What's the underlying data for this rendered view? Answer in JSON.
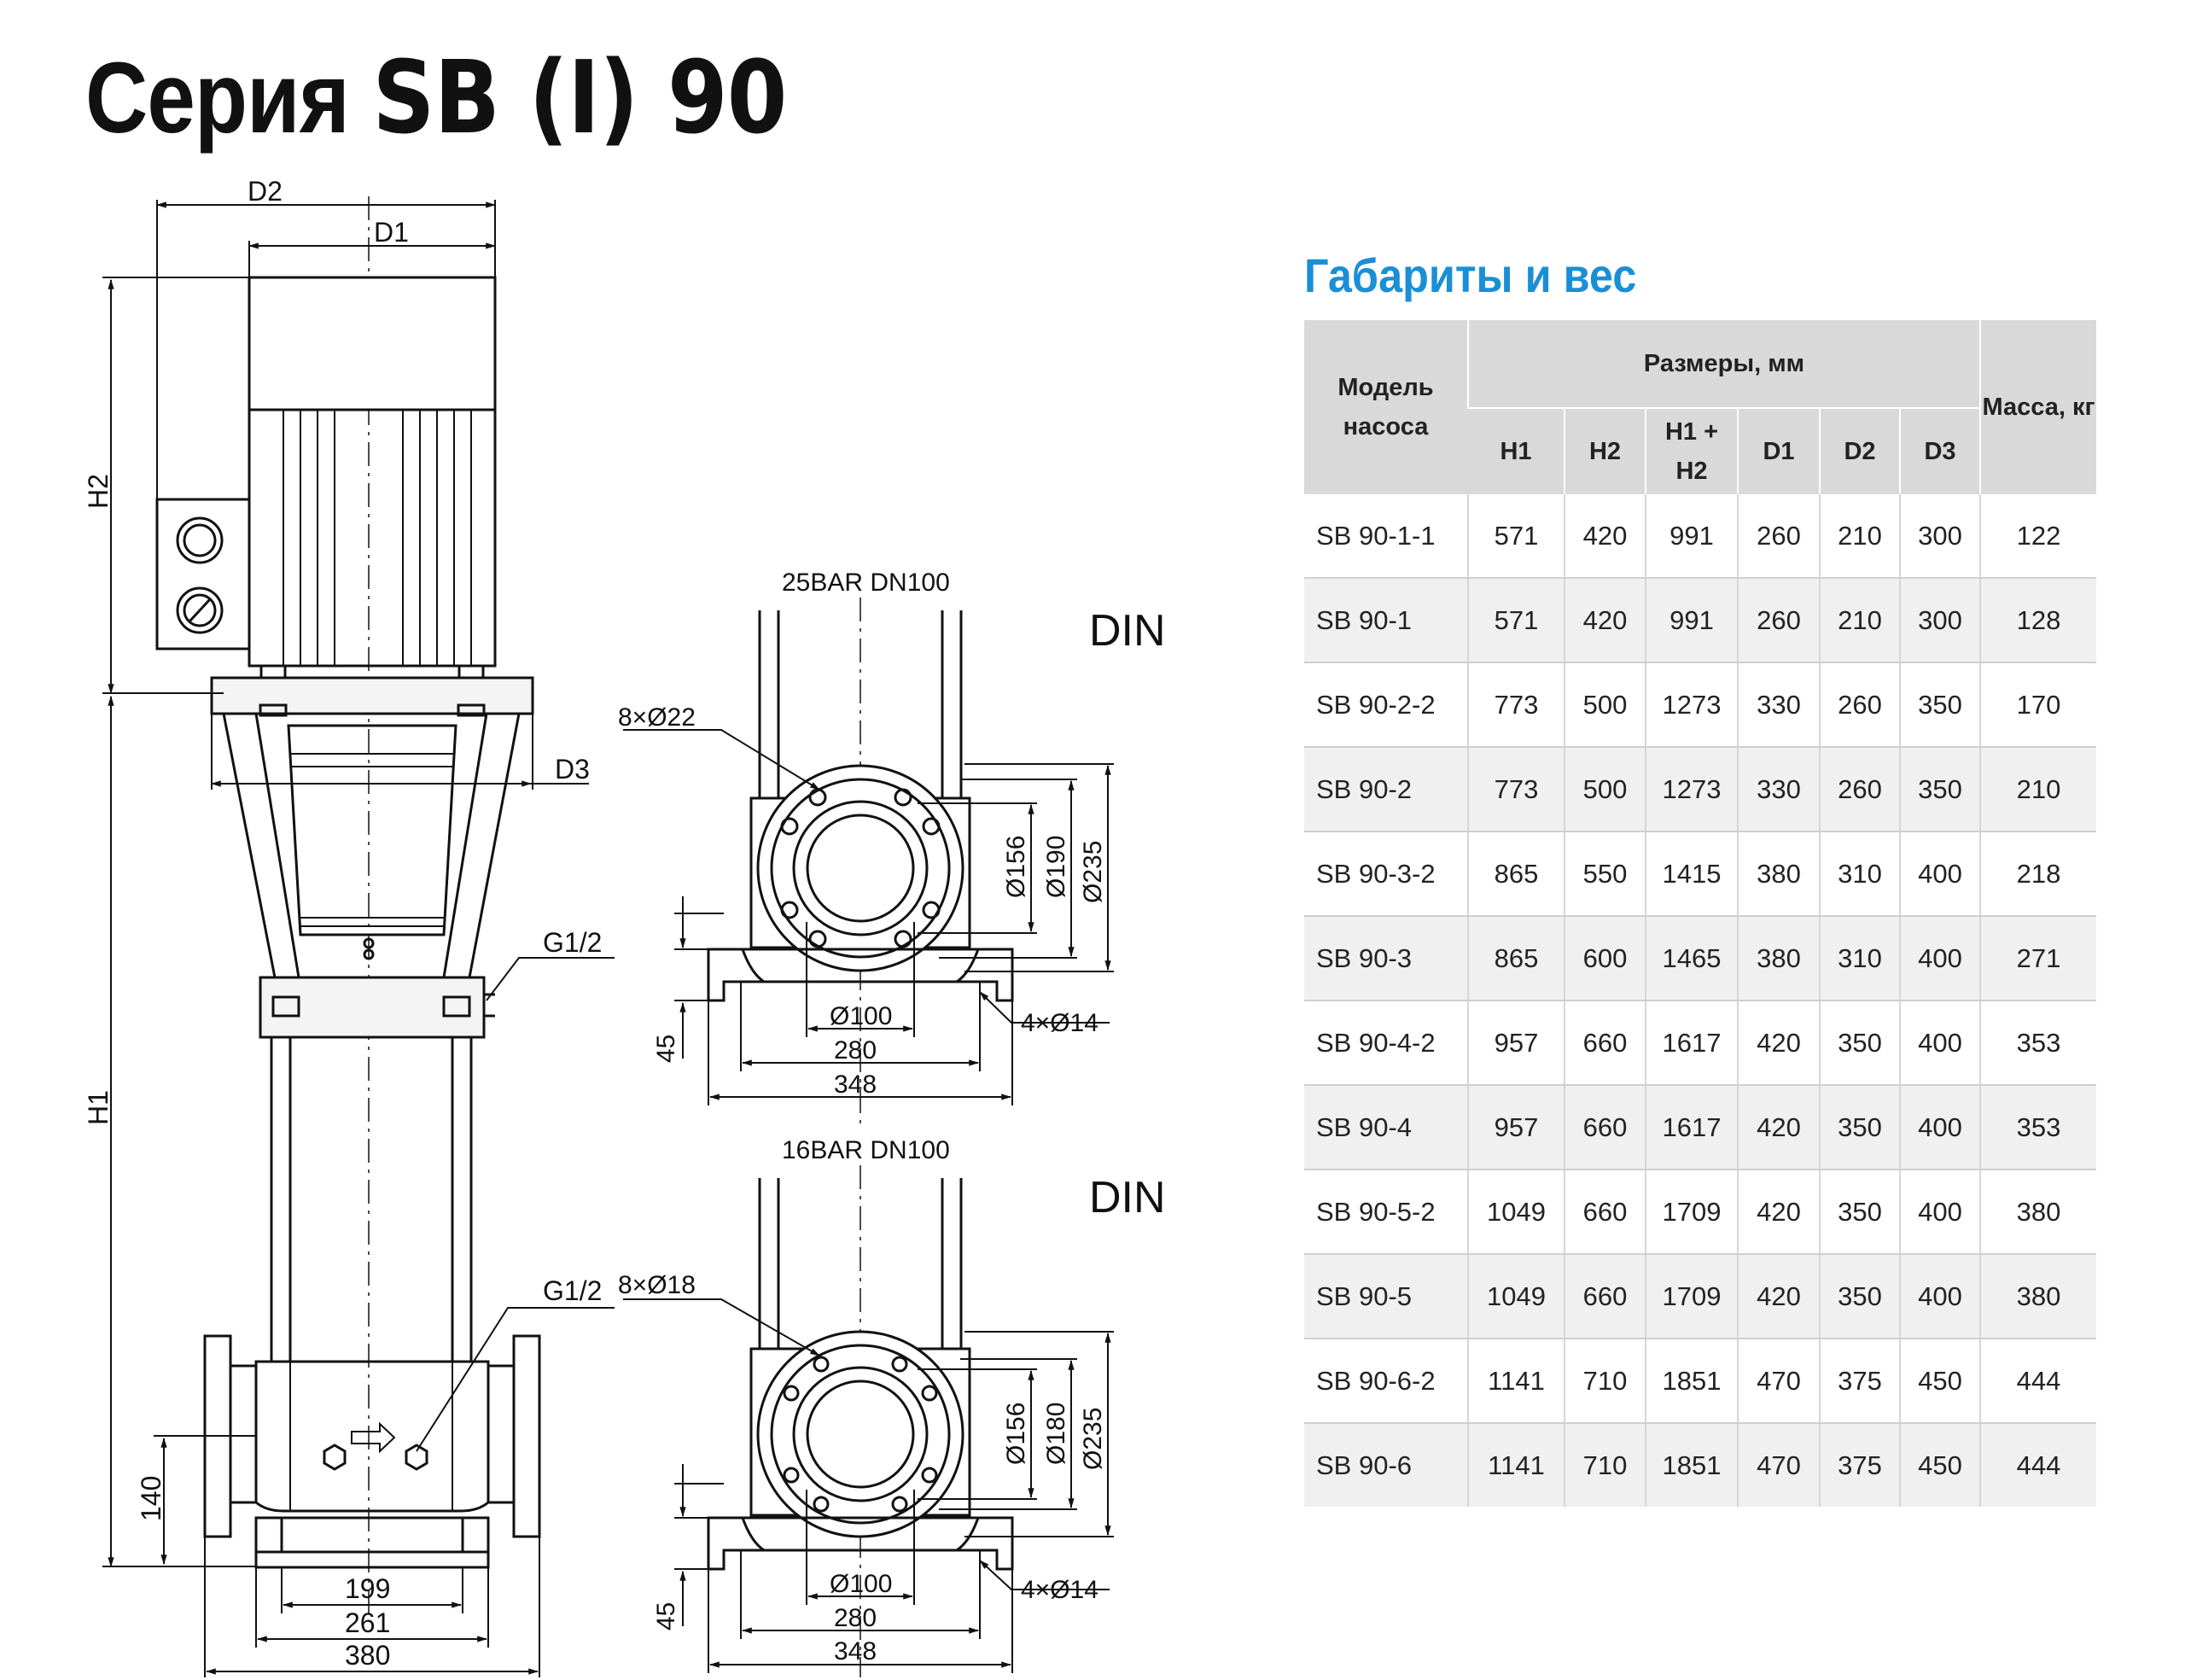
{
  "title": {
    "prefix": "Серия",
    "model": "SB (I) 90"
  },
  "drawing": {
    "labels": {
      "d2": "D2",
      "d1": "D1",
      "d3": "D3",
      "h1": "H1",
      "h2": "H2",
      "g12_top": "G1/2",
      "g12_bottom": "G1/2",
      "base_199": "199",
      "base_261": "261",
      "base_380": "380",
      "height_140": "140",
      "top_flange_title": "25BAR DN100",
      "top_din": "DIN",
      "top_bolts": "8×Ø22",
      "top_d156": "Ø156",
      "top_d190": "Ø190",
      "top_d235": "Ø235",
      "top_d100": "Ø100",
      "top_w280": "280",
      "top_w348": "348",
      "top_h45": "45",
      "top_holes": "4×Ø14",
      "bottom_flange_title": "16BAR DN100",
      "bottom_din": "DIN",
      "bottom_bolts": "8×Ø18",
      "bottom_d156": "Ø156",
      "bottom_d180": "Ø180",
      "bottom_d235": "Ø235",
      "bottom_d100": "Ø100",
      "bottom_w280": "280",
      "bottom_w348": "348",
      "bottom_h45": "45",
      "bottom_holes": "4×Ø14"
    }
  },
  "table": {
    "title": "Габариты и вес",
    "header": {
      "model": "Модель насоса",
      "sizes": "Размеры, мм",
      "mass": "Масса, кг",
      "columns": [
        "H1",
        "H2",
        "H1 + H2",
        "D1",
        "D2",
        "D3"
      ]
    },
    "rows": [
      {
        "model": "SB 90-1-1",
        "values": [
          "571",
          "420",
          "991",
          "260",
          "210",
          "300"
        ],
        "mass": "122"
      },
      {
        "model": "SB 90-1",
        "values": [
          "571",
          "420",
          "991",
          "260",
          "210",
          "300"
        ],
        "mass": "128"
      },
      {
        "model": "SB 90-2-2",
        "values": [
          "773",
          "500",
          "1273",
          "330",
          "260",
          "350"
        ],
        "mass": "170"
      },
      {
        "model": "SB 90-2",
        "values": [
          "773",
          "500",
          "1273",
          "330",
          "260",
          "350"
        ],
        "mass": "210"
      },
      {
        "model": "SB 90-3-2",
        "values": [
          "865",
          "550",
          "1415",
          "380",
          "310",
          "400"
        ],
        "mass": "218"
      },
      {
        "model": "SB 90-3",
        "values": [
          "865",
          "600",
          "1465",
          "380",
          "310",
          "400"
        ],
        "mass": "271"
      },
      {
        "model": "SB 90-4-2",
        "values": [
          "957",
          "660",
          "1617",
          "420",
          "350",
          "400"
        ],
        "mass": "353"
      },
      {
        "model": "SB 90-4",
        "values": [
          "957",
          "660",
          "1617",
          "420",
          "350",
          "400"
        ],
        "mass": "353"
      },
      {
        "model": "SB 90-5-2",
        "values": [
          "1049",
          "660",
          "1709",
          "420",
          "350",
          "400"
        ],
        "mass": "380"
      },
      {
        "model": "SB 90-5",
        "values": [
          "1049",
          "660",
          "1709",
          "420",
          "350",
          "400"
        ],
        "mass": "380"
      },
      {
        "model": "SB 90-6-2",
        "values": [
          "1141",
          "710",
          "1851",
          "470",
          "375",
          "450"
        ],
        "mass": "444"
      },
      {
        "model": "SB 90-6",
        "values": [
          "1141",
          "710",
          "1851",
          "470",
          "375",
          "450"
        ],
        "mass": "444"
      }
    ]
  }
}
